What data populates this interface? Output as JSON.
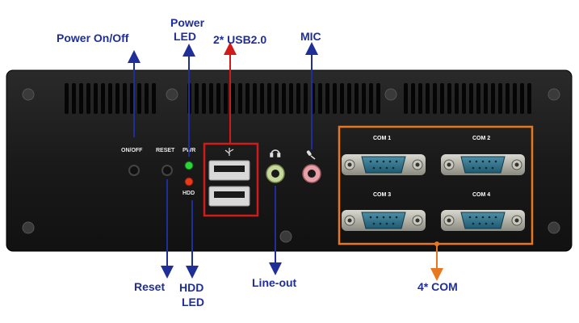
{
  "callouts": {
    "power_on_off": "Power On/Off",
    "power_led_line1": "Power",
    "power_led_line2": "LED",
    "usb": "2* USB2.0",
    "mic": "MIC",
    "reset": "Reset",
    "hdd_led_line1": "HDD",
    "hdd_led_line2": "LED",
    "line_out": "Line-out",
    "com": "4* COM"
  },
  "panel": {
    "on_off": "ON/OFF",
    "reset": "RESET",
    "pwr": "PWR",
    "hdd": "HDD",
    "com1": "COM 1",
    "com2": "COM 2",
    "com3": "COM 3",
    "com4": "COM 4"
  },
  "colors": {
    "callout_text": "#1f2f97",
    "arrow_blue": "#1f2f97",
    "arrow_red": "#d11a1a",
    "arrow_orange": "#e87722",
    "chassis": "#1c1c1c"
  }
}
